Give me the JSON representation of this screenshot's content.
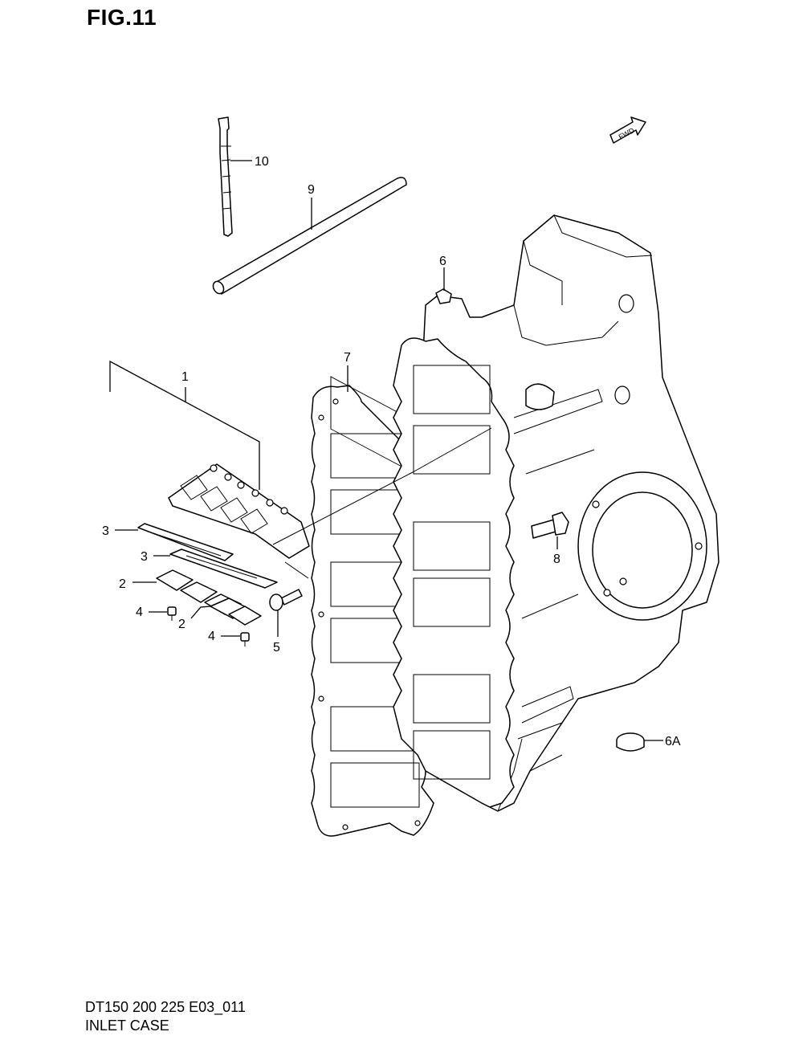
{
  "figure": {
    "title": "FIG.11",
    "model_code": "DT150 200 225 E03_011",
    "section_name": "INLET CASE"
  },
  "direction_marker": {
    "label": "FWD"
  },
  "callouts": [
    {
      "id": "1",
      "label": "1"
    },
    {
      "id": "2a",
      "label": "2"
    },
    {
      "id": "2b",
      "label": "2"
    },
    {
      "id": "3a",
      "label": "3"
    },
    {
      "id": "3b",
      "label": "3"
    },
    {
      "id": "4a",
      "label": "4"
    },
    {
      "id": "4b",
      "label": "4"
    },
    {
      "id": "5",
      "label": "5"
    },
    {
      "id": "6",
      "label": "6"
    },
    {
      "id": "6A",
      "label": "6A"
    },
    {
      "id": "7",
      "label": "7"
    },
    {
      "id": "8",
      "label": "8"
    },
    {
      "id": "9",
      "label": "9"
    },
    {
      "id": "10",
      "label": "10"
    }
  ]
}
